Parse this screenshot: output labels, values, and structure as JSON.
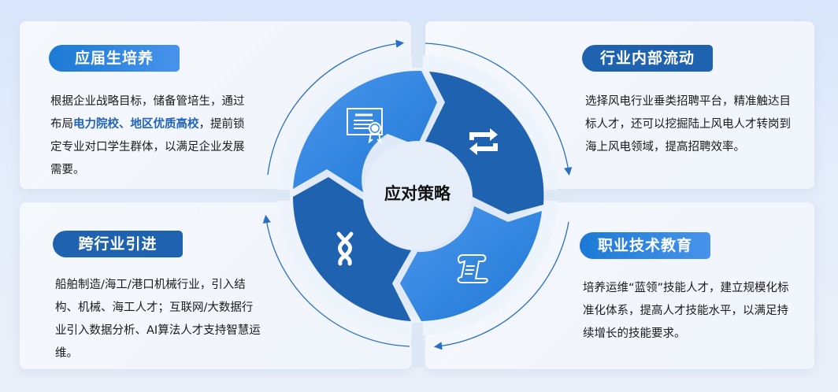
{
  "center": {
    "label": "应对策略"
  },
  "quadrants": [
    {
      "id": "top-left",
      "title": "应届生培养",
      "text_before": "根据企业战略目标，储备管培生，通过布局",
      "highlight": "电力院校、地区优质高校",
      "text_after": "，提前锁定专业对口学生群体，以满足企业发展需要。",
      "icon": "certificate-icon"
    },
    {
      "id": "top-right",
      "title": "行业内部流动",
      "text": "选择风电行业垂类招聘平台，精准触达目标人才，还可以挖掘陆上风电人才转岗到海上风电领域，提高招聘效率。",
      "icon": "swap-arrows-icon"
    },
    {
      "id": "bottom-left",
      "title": "跨行业引进",
      "text": "船舶制造/海工/港口机械行业，引入结构、机械、海工人才；互联网/大数据行业引入数据分析、AI算法人才支持智慧运维。",
      "icon": "dna-icon"
    },
    {
      "id": "bottom-right",
      "title": "职业技术教育",
      "text": "培养运维“蓝领”技能人才，建立规模化标准化体系，提高人才技能水平，以满足持续增长的技能要求。",
      "icon": "scroll-icon"
    }
  ],
  "colors": {
    "segment_light": "#3a8be6",
    "segment_dark": "#1f62b0",
    "center_fill": "#e6eef9",
    "ring": "#d5e3f5",
    "arrow": "#2a6fc4"
  }
}
